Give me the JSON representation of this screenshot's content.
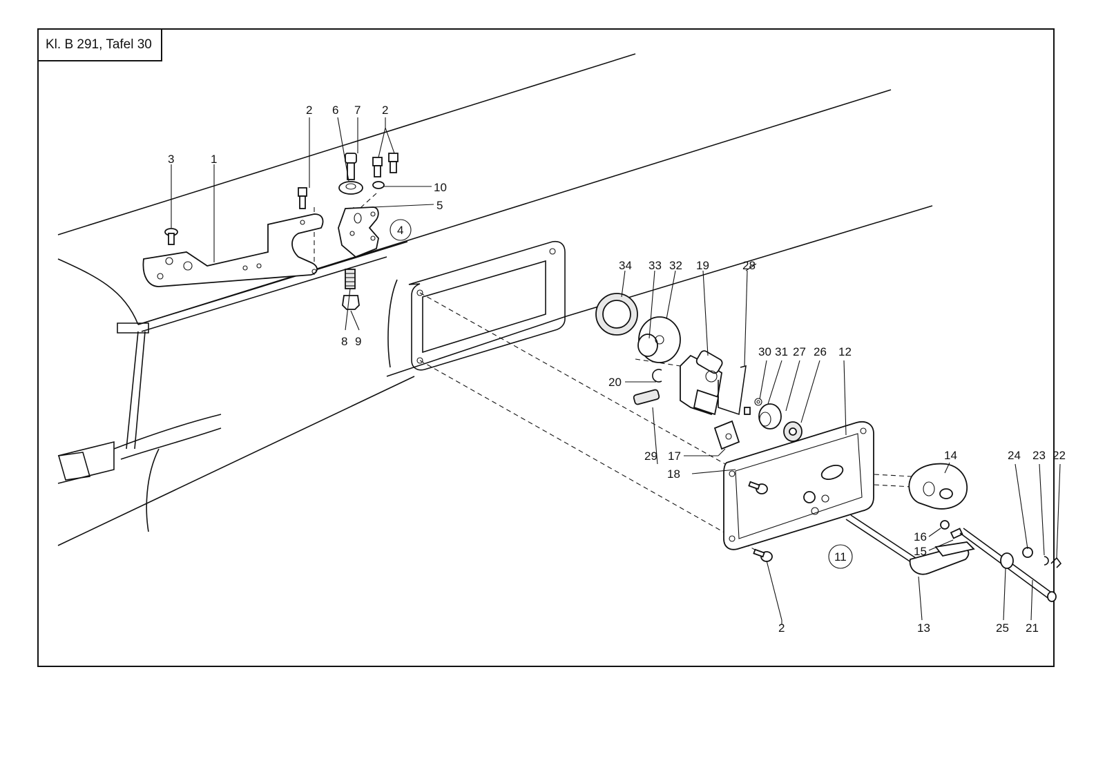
{
  "title": "Kl. B 291, Tafel 30",
  "callouts": [
    {
      "id": "lbl-1",
      "text": "1"
    },
    {
      "id": "lbl-2a",
      "text": "2"
    },
    {
      "id": "lbl-2b",
      "text": "2"
    },
    {
      "id": "lbl-2c",
      "text": "2"
    },
    {
      "id": "lbl-3",
      "text": "3"
    },
    {
      "id": "lbl-4",
      "text": "4"
    },
    {
      "id": "lbl-5",
      "text": "5"
    },
    {
      "id": "lbl-6",
      "text": "6"
    },
    {
      "id": "lbl-7",
      "text": "7"
    },
    {
      "id": "lbl-8",
      "text": "8"
    },
    {
      "id": "lbl-9",
      "text": "9"
    },
    {
      "id": "lbl-10",
      "text": "10"
    },
    {
      "id": "lbl-11",
      "text": "11"
    },
    {
      "id": "lbl-12",
      "text": "12"
    },
    {
      "id": "lbl-13",
      "text": "13"
    },
    {
      "id": "lbl-14",
      "text": "14"
    },
    {
      "id": "lbl-15",
      "text": "15"
    },
    {
      "id": "lbl-16",
      "text": "16"
    },
    {
      "id": "lbl-17",
      "text": "17"
    },
    {
      "id": "lbl-18",
      "text": "18"
    },
    {
      "id": "lbl-19",
      "text": "19"
    },
    {
      "id": "lbl-20",
      "text": "20"
    },
    {
      "id": "lbl-21",
      "text": "21"
    },
    {
      "id": "lbl-22",
      "text": "22"
    },
    {
      "id": "lbl-23",
      "text": "23"
    },
    {
      "id": "lbl-24",
      "text": "24"
    },
    {
      "id": "lbl-25",
      "text": "25"
    },
    {
      "id": "lbl-26",
      "text": "26"
    },
    {
      "id": "lbl-27",
      "text": "27"
    },
    {
      "id": "lbl-28",
      "text": "28"
    },
    {
      "id": "lbl-29",
      "text": "29"
    },
    {
      "id": "lbl-30",
      "text": "30"
    },
    {
      "id": "lbl-31",
      "text": "31"
    },
    {
      "id": "lbl-32",
      "text": "32"
    },
    {
      "id": "lbl-33",
      "text": "33"
    },
    {
      "id": "lbl-34",
      "text": "34"
    }
  ]
}
